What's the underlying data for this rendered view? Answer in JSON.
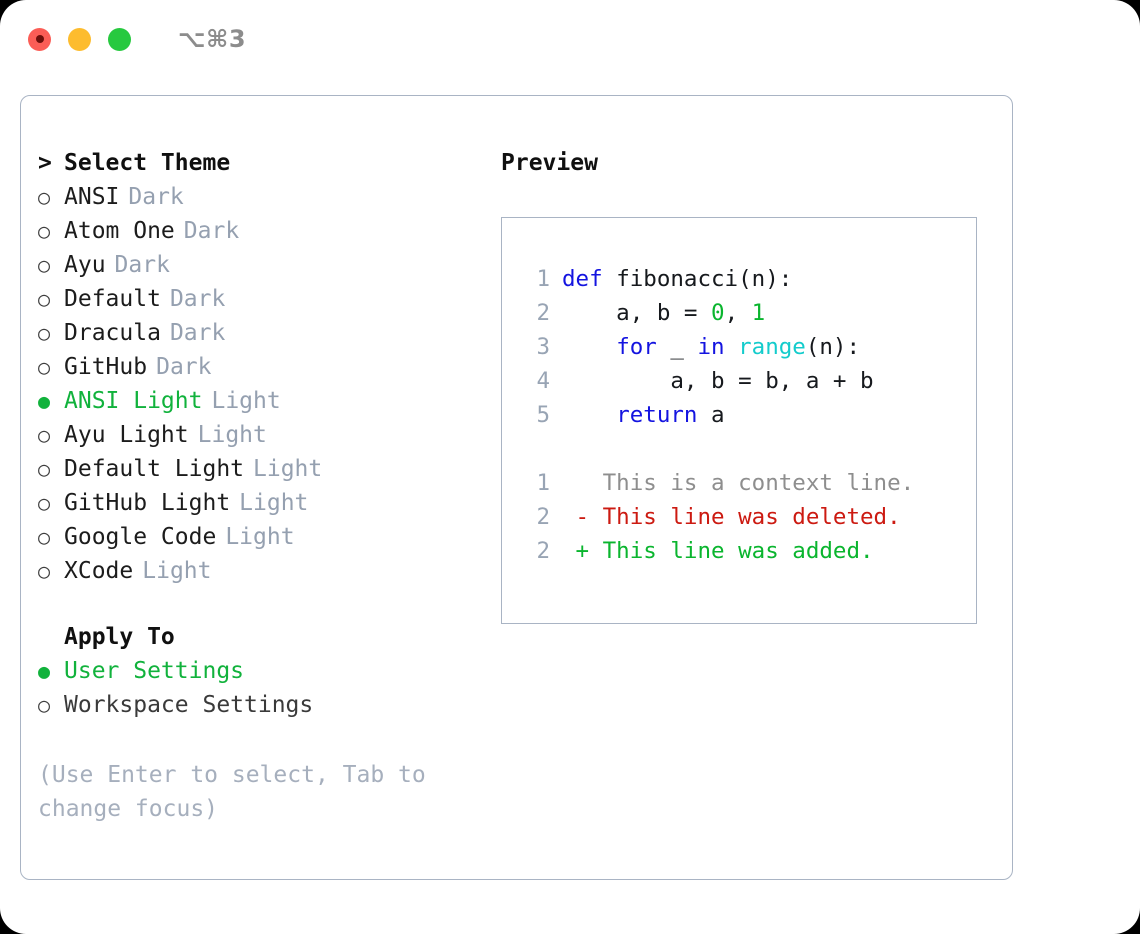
{
  "titlebar": {
    "shortcut": "⌥⌘3",
    "buttons": [
      {
        "name": "close",
        "color": "#fb5d56"
      },
      {
        "name": "minimize",
        "color": "#fdbc2e"
      },
      {
        "name": "maximize",
        "color": "#27c93f"
      }
    ]
  },
  "colors": {
    "accent_green": "#11b23c",
    "dim_gray": "#95a0b0",
    "border": "#a9b4c4",
    "keyword_blue": "#1414e0",
    "function_cyan": "#14cccc",
    "number_green": "#0ab52e",
    "diff_delete_red": "#cc1a11",
    "diff_add_green": "#0ab52e",
    "diff_context_gray": "#8e8e8e"
  },
  "theme_section": {
    "heading": "Select Theme",
    "heading_marker": ">",
    "marker_selected": "●",
    "marker_unselected": "○",
    "items": [
      {
        "name": "ANSI",
        "variant": "Dark",
        "selected": false
      },
      {
        "name": "Atom One",
        "variant": "Dark",
        "selected": false
      },
      {
        "name": "Ayu",
        "variant": "Dark",
        "selected": false
      },
      {
        "name": "Default",
        "variant": "Dark",
        "selected": false
      },
      {
        "name": "Dracula",
        "variant": "Dark",
        "selected": false
      },
      {
        "name": "GitHub",
        "variant": "Dark",
        "selected": false
      },
      {
        "name": "ANSI Light",
        "variant": "Light",
        "selected": true
      },
      {
        "name": "Ayu Light",
        "variant": "Light",
        "selected": false
      },
      {
        "name": "Default Light",
        "variant": "Light",
        "selected": false
      },
      {
        "name": "GitHub Light",
        "variant": "Light",
        "selected": false
      },
      {
        "name": "Google Code",
        "variant": "Light",
        "selected": false
      },
      {
        "name": "XCode",
        "variant": "Light",
        "selected": false
      }
    ]
  },
  "apply_section": {
    "heading": "Apply To",
    "items": [
      {
        "name": "User Settings",
        "selected": true
      },
      {
        "name": "Workspace Settings",
        "selected": false
      }
    ]
  },
  "hint": "(Use Enter to select, Tab to change focus)",
  "preview": {
    "title": "Preview",
    "code_lines": [
      {
        "lineno": "1",
        "tokens": [
          {
            "text": "def ",
            "type": "kw"
          },
          {
            "text": "fibonacci(n):",
            "type": "plain"
          }
        ]
      },
      {
        "lineno": "2",
        "tokens": [
          {
            "text": "    a, b = ",
            "type": "plain"
          },
          {
            "text": "0",
            "type": "num"
          },
          {
            "text": ", ",
            "type": "plain"
          },
          {
            "text": "1",
            "type": "num"
          }
        ]
      },
      {
        "lineno": "3",
        "tokens": [
          {
            "text": "    ",
            "type": "plain"
          },
          {
            "text": "for",
            "type": "kw"
          },
          {
            "text": " _ ",
            "type": "plain"
          },
          {
            "text": "in",
            "type": "kw"
          },
          {
            "text": " ",
            "type": "plain"
          },
          {
            "text": "range",
            "type": "fn"
          },
          {
            "text": "(n):",
            "type": "plain"
          }
        ]
      },
      {
        "lineno": "4",
        "tokens": [
          {
            "text": "        a, b = b, a + b",
            "type": "plain"
          }
        ]
      },
      {
        "lineno": "5",
        "tokens": [
          {
            "text": "    ",
            "type": "plain"
          },
          {
            "text": "return",
            "type": "kw"
          },
          {
            "text": " a",
            "type": "plain"
          }
        ]
      }
    ],
    "diff_lines": [
      {
        "lineno": "1",
        "sign": " ",
        "text": "This is a context line.",
        "kind": "context"
      },
      {
        "lineno": "2",
        "sign": "-",
        "text": "This line was deleted.",
        "kind": "delete"
      },
      {
        "lineno": "2",
        "sign": "+",
        "text": "This line was added.",
        "kind": "add"
      }
    ]
  }
}
